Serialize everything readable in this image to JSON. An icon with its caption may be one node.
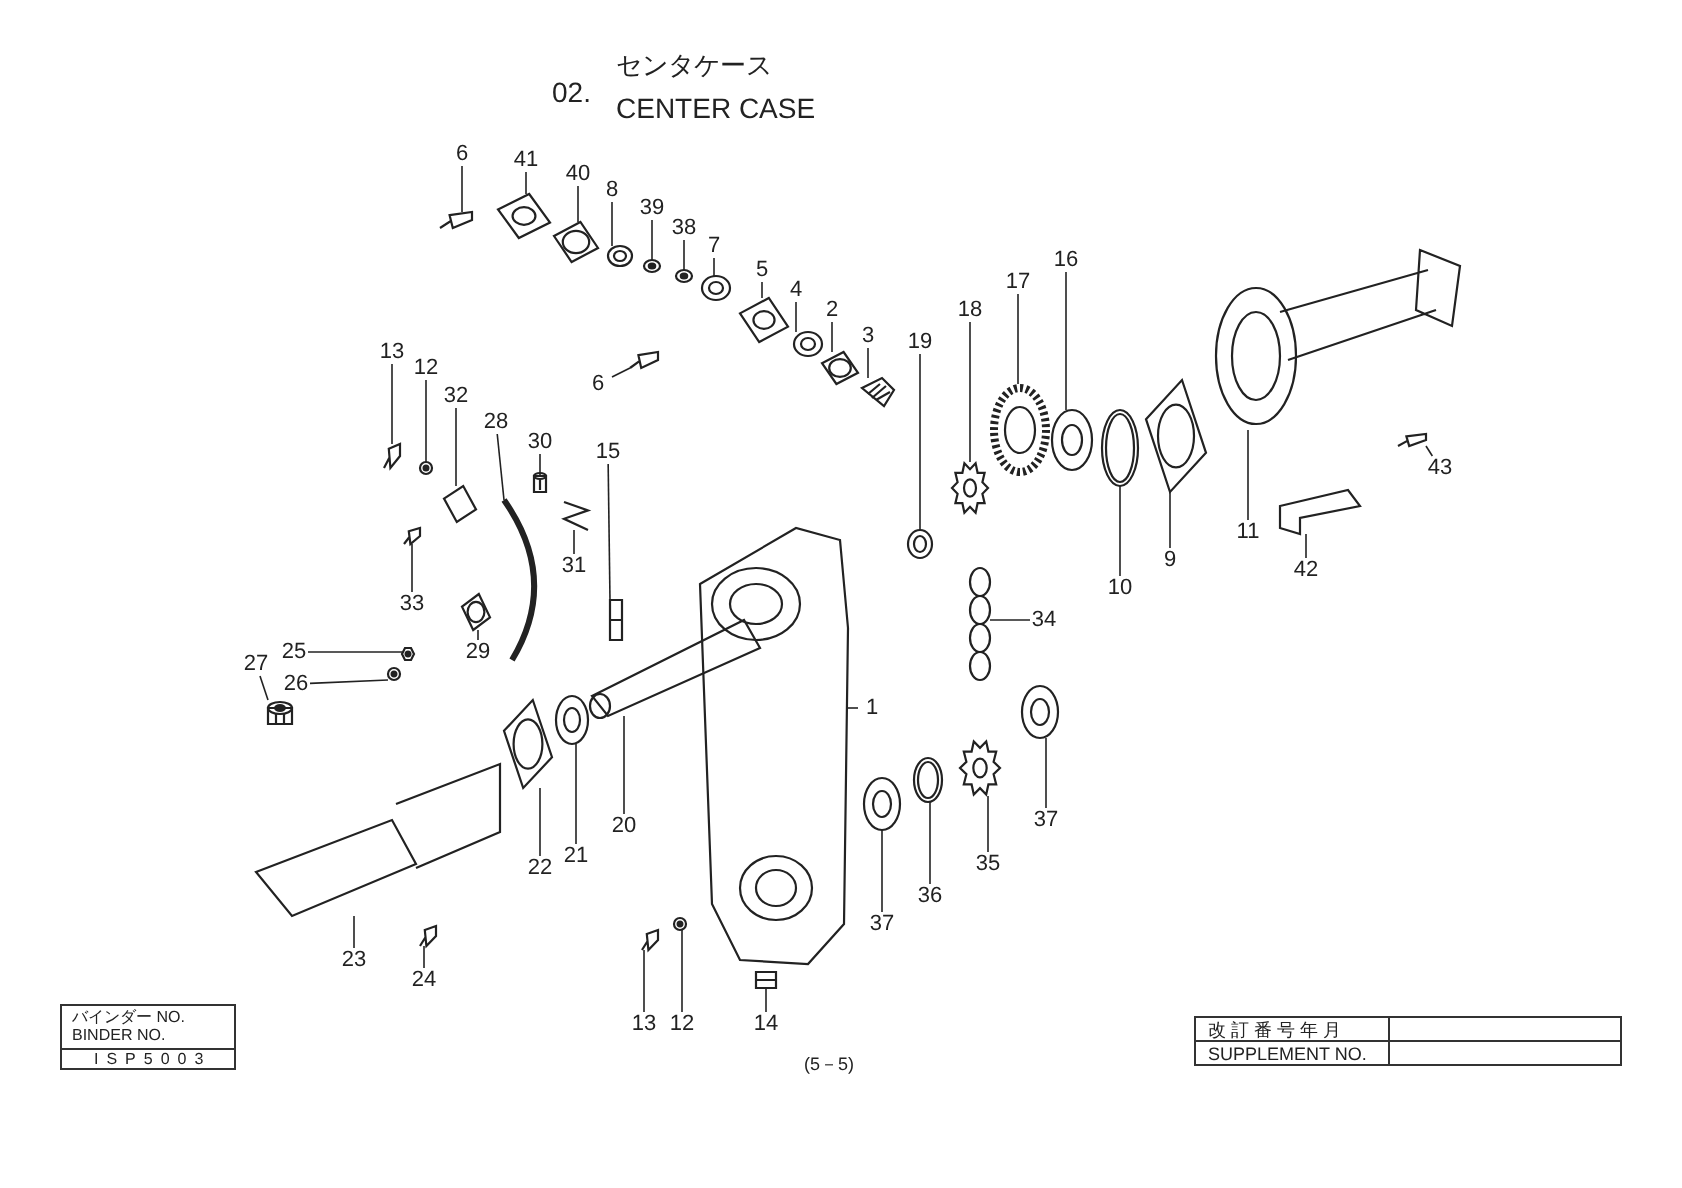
{
  "diagram": {
    "nodes": [
      {
        "text": [
          "6"
        ]
      },
      {
        "text": [
          "41"
        ]
      },
      {
        "text": [
          "40"
        ]
      },
      {
        "text": [
          "8"
        ]
      },
      {
        "text": [
          "39"
        ]
      },
      {
        "text": [
          "38"
        ]
      },
      {
        "text": [
          "7"
        ]
      },
      {
        "text": [
          "5"
        ]
      },
      {
        "text": [
          "4"
        ]
      },
      {
        "text": [
          "2"
        ]
      },
      {
        "text": [
          "3"
        ]
      },
      {
        "text": [
          "6"
        ]
      },
      {
        "text": [
          "13"
        ]
      },
      {
        "text": [
          "12"
        ]
      },
      {
        "text": [
          "32"
        ]
      },
      {
        "text": [
          "28"
        ]
      },
      {
        "text": [
          "30"
        ]
      },
      {
        "text": [
          "15"
        ]
      },
      {
        "text": [
          "31"
        ]
      },
      {
        "text": [
          "33"
        ]
      },
      {
        "text": [
          "29"
        ]
      },
      {
        "text": [
          "25"
        ]
      },
      {
        "text": [
          "26"
        ]
      },
      {
        "text": [
          "27"
        ]
      },
      {
        "text": [
          "19"
        ]
      },
      {
        "text": [
          "18"
        ]
      },
      {
        "text": [
          "17"
        ]
      },
      {
        "text": [
          "16"
        ]
      },
      {
        "text": [
          "10"
        ]
      },
      {
        "text": [
          "9"
        ]
      },
      {
        "text": [
          "11"
        ]
      },
      {
        "text": [
          "42"
        ]
      },
      {
        "text": [
          "43"
        ]
      },
      {
        "text": [
          "34"
        ]
      },
      {
        "text": [
          "1"
        ]
      },
      {
        "text": [
          "37"
        ]
      },
      {
        "text": [
          "35"
        ]
      },
      {
        "text": [
          "36"
        ]
      },
      {
        "text": [
          "37"
        ]
      },
      {
        "text": [
          "20"
        ]
      },
      {
        "text": [
          "21"
        ]
      },
      {
        "text": [
          "22"
        ]
      },
      {
        "text": [
          "23"
        ]
      },
      {
        "text": [
          "24"
        ]
      },
      {
        "text": [
          "13"
        ]
      },
      {
        "text": [
          "12"
        ]
      },
      {
        "text": [
          "14"
        ]
      },
      {
        "text": [],
        "shape": "picture"
      },
      {
        "text": [],
        "shape": "picture"
      },
      {
        "text": [],
        "shape": "picture"
      },
      {
        "text": [],
        "shape": "picture"
      },
      {
        "text": [],
        "shape": "picture"
      },
      {
        "text": [],
        "shape": "picture"
      },
      {
        "text": [],
        "shape": "picture"
      },
      {
        "text": [],
        "shape": "picture"
      },
      {
        "text": [],
        "shape": "picture"
      },
      {
        "text": [],
        "shape": "picture"
      },
      {
        "text": [],
        "shape": "picture"
      },
      {
        "text": [],
        "shape": "picture"
      },
      {
        "text": [],
        "shape": "picture"
      },
      {
        "text": [],
        "shape": "picture"
      },
      {
        "text": [],
        "shape": "picture"
      },
      {
        "text": [],
        "shape": "picture"
      },
      {
        "text": [],
        "shape": "picture"
      },
      {
        "text": [],
        "shape": "picture"
      },
      {
        "text": [],
        "shape": "picture"
      },
      {
        "text": [],
        "shape": "picture"
      },
      {
        "text": [],
        "shape": "picture"
      },
      {
        "text": [],
        "shape": "picture"
      },
      {
        "text": [],
        "shape": "picture"
      },
      {
        "text": [],
        "shape": "picture"
      },
      {
        "text": [],
        "shape": "picture"
      },
      {
        "text": [],
        "shape": "picture"
      },
      {
        "text": [],
        "shape": "picture"
      },
      {
        "text": [],
        "shape": "picture"
      },
      {
        "text": [],
        "shape": "picture"
      },
      {
        "text": [],
        "shape": "picture"
      },
      {
        "text": [],
        "shape": "picture"
      },
      {
        "text": [],
        "shape": "picture"
      },
      {
        "text": [],
        "shape": "picture"
      },
      {
        "text": [],
        "shape": "picture"
      },
      {
        "text": [],
        "shape": "picture"
      },
      {
        "text": [],
        "shape": "picture"
      },
      {
        "text": [],
        "shape": "picture"
      },
      {
        "text": [],
        "shape": "picture"
      },
      {
        "text": [],
        "shape": "picture"
      },
      {
        "text": [],
        "shape": "picture"
      },
      {
        "text": [],
        "shape": "picture"
      },
      {
        "text": [],
        "shape": "picture"
      },
      {
        "text": [],
        "shape": "picture"
      },
      {
        "text": [],
        "shape": "picture"
      },
      {
        "text": [],
        "shape": "picture"
      },
      {
        "text": [],
        "shape": "picture"
      },
      {
        "text": [],
        "shape": "picture"
      }
    ],
    "edges": [
      {
        "from": 0,
        "to": 47,
        "arrow": "none"
      },
      {
        "from": 1,
        "to": 48,
        "arrow": "none"
      },
      {
        "from": 2,
        "to": 49,
        "arrow": "none"
      },
      {
        "from": 3,
        "to": 50,
        "arrow": "none"
      },
      {
        "from": 4,
        "to": 51,
        "arrow": "none"
      },
      {
        "from": 5,
        "to": 52,
        "arrow": "none"
      },
      {
        "from": 6,
        "to": 53,
        "arrow": "none"
      },
      {
        "from": 7,
        "to": 54,
        "arrow": "none"
      },
      {
        "from": 8,
        "to": 55,
        "arrow": "none"
      },
      {
        "from": 9,
        "to": 56,
        "arrow": "none"
      },
      {
        "from": 10,
        "to": 57,
        "arrow": "none"
      },
      {
        "from": 11,
        "to": 58,
        "arrow": "none"
      },
      {
        "from": 12,
        "to": 59,
        "arrow": "none"
      },
      {
        "from": 13,
        "to": 60,
        "arrow": "none"
      },
      {
        "from": 14,
        "to": 61,
        "arrow": "none"
      },
      {
        "from": 15,
        "to": 62,
        "arrow": "none"
      },
      {
        "from": 16,
        "to": 63,
        "arrow": "none"
      },
      {
        "from": 17,
        "to": 64,
        "arrow": "none"
      },
      {
        "from": 18,
        "to": 65,
        "arrow": "none"
      },
      {
        "from": 19,
        "to": 66,
        "arrow": "none"
      },
      {
        "from": 20,
        "to": 67,
        "arrow": "none"
      },
      {
        "from": 21,
        "to": 68,
        "arrow": "none"
      },
      {
        "from": 22,
        "to": 69,
        "arrow": "none"
      },
      {
        "from": 23,
        "to": 70,
        "arrow": "none"
      },
      {
        "from": 24,
        "to": 71,
        "arrow": "none"
      },
      {
        "from": 25,
        "to": 72,
        "arrow": "none"
      },
      {
        "from": 26,
        "to": 73,
        "arrow": "none"
      },
      {
        "from": 27,
        "to": 74,
        "arrow": "none"
      },
      {
        "from": 28,
        "to": 75,
        "arrow": "none"
      },
      {
        "from": 29,
        "to": 76,
        "arrow": "none"
      },
      {
        "from": 30,
        "to": 77,
        "arrow": "none"
      },
      {
        "from": 31,
        "to": 78,
        "arrow": "none"
      },
      {
        "from": 32,
        "to": 79,
        "arrow": "none"
      },
      {
        "from": 33,
        "to": 80,
        "arrow": "none"
      },
      {
        "from": 34,
        "to": 81,
        "arrow": "none"
      },
      {
        "from": 35,
        "to": 82,
        "arrow": "none"
      },
      {
        "from": 36,
        "to": 83,
        "arrow": "none"
      },
      {
        "from": 37,
        "to": 84,
        "arrow": "none"
      },
      {
        "from": 38,
        "to": 85,
        "arrow": "none"
      },
      {
        "from": 39,
        "to": 86,
        "arrow": "none"
      },
      {
        "from": 40,
        "to": 87,
        "arrow": "none"
      },
      {
        "from": 41,
        "to": 88,
        "arrow": "none"
      },
      {
        "from": 42,
        "to": 89,
        "arrow": "none"
      },
      {
        "from": 43,
        "to": 90,
        "arrow": "none"
      },
      {
        "from": 44,
        "to": 91,
        "arrow": "none"
      },
      {
        "from": 45,
        "to": 92,
        "arrow": "none"
      },
      {
        "from": 46,
        "to": 93,
        "arrow": "none"
      }
    ],
    "labels": [
      "02.",
      "センタケース",
      "CENTER CASE",
      "バインダー NO.",
      "BINDER NO.",
      "ISP5003",
      "(5－5)",
      "改 訂 番 号 年 月",
      "SUPPLEMENT NO."
    ]
  }
}
